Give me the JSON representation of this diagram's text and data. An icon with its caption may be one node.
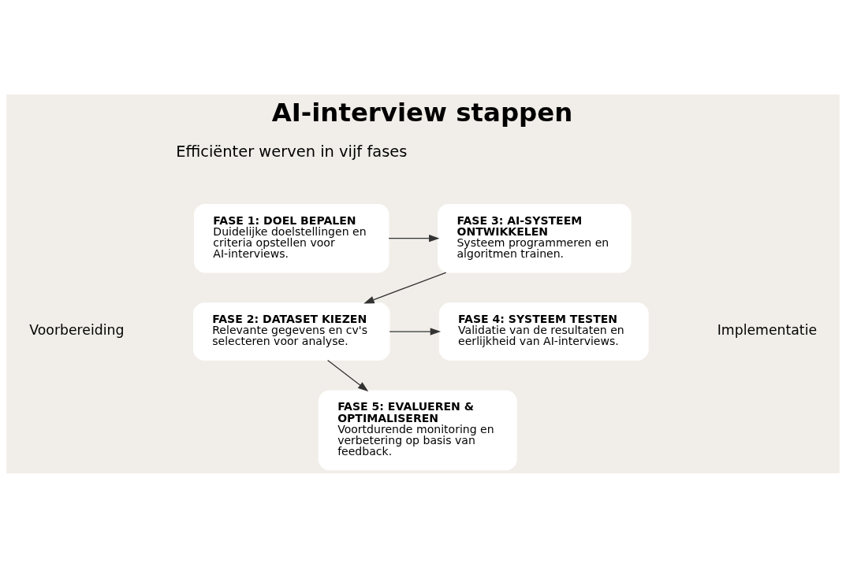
{
  "diagram": {
    "title": "AI-interview stappen",
    "nodes": [
      {
        "text": [
          "FASE 1: DOEL BEPALEN",
          "Duidelijke doelstellingen en criteria opstellen voor AI-interviews."
        ]
      },
      {
        "text": [
          "FASE 3: AI-SYSTEEM ONTWIKKELEN",
          "Systeem programmeren en algoritmen trainen."
        ]
      },
      {
        "text": [
          "FASE 2: DATASET KIEZEN",
          "Relevante gegevens en cv's selecteren voor analyse."
        ]
      },
      {
        "text": [
          "FASE 4: SYSTEEM TESTEN",
          "Validatie van de resultaten en eerlijkheid van AI-interviews."
        ]
      },
      {
        "text": [
          "FASE 5: EVALUEREN & OPTIMALISEREN",
          "Voortdurende monitoring en verbetering op basis van feedback."
        ]
      }
    ],
    "edges": [
      {
        "from": 0,
        "to": 1,
        "arrow": "to"
      },
      {
        "from": 1,
        "to": 2,
        "arrow": "to"
      },
      {
        "from": 2,
        "to": 3,
        "arrow": "to"
      },
      {
        "from": 2,
        "to": 4,
        "arrow": "to"
      }
    ],
    "labels": [
      "Efficiënter werven in vijf fases",
      "Voorbereiding",
      "Implementatie"
    ]
  }
}
